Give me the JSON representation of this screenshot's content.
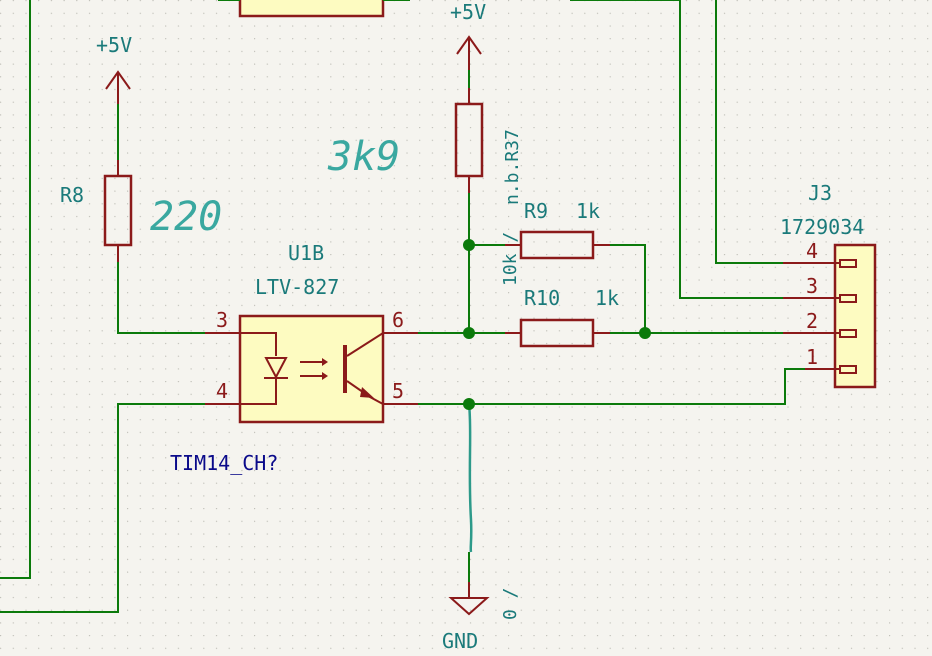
{
  "power": {
    "vcc_left": "+5V",
    "vcc_top": "+5V",
    "gnd": "GND"
  },
  "r8": {
    "ref": "R8",
    "handwritten_value": "220"
  },
  "r37": {
    "ref_note": "n.b.R37",
    "handwritten_value": "3k9"
  },
  "r9": {
    "ref": "R9",
    "value": "1k",
    "note": "10k /"
  },
  "r10": {
    "ref": "R10",
    "value": "1k"
  },
  "u1b": {
    "ref": "U1B",
    "value": "LTV-827",
    "pins": {
      "p3": "3",
      "p4": "4",
      "p6": "6",
      "p5": "5"
    }
  },
  "j3": {
    "ref": "J3",
    "value": "1729034",
    "pins": [
      "4",
      "3",
      "2",
      "1"
    ]
  },
  "net_label": "TIM14_CH?",
  "gnd_note": "0 /",
  "colors": {
    "wire": "#0b7a0b",
    "component": "#8b1a1a",
    "ic_fill": "#fdfbc1",
    "label": "#1a7a7a",
    "handwriting": "#3aa8a0"
  }
}
